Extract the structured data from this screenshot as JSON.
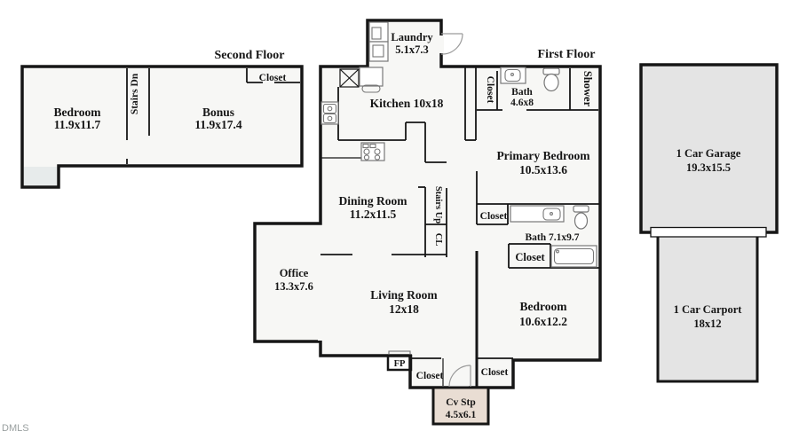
{
  "watermark": "DMLS",
  "colors": {
    "wall": "#161616",
    "floor": "#f7f7f5",
    "garage": "#e4e4e4",
    "stoop": "#e9ddd3",
    "porch": "#e7ebeb",
    "arc": "#9a9a9a",
    "fixture": "#777777",
    "watermark": "#9aa0a0"
  },
  "second_floor": {
    "title": "Second Floor",
    "bedroom_name": "Bedroom",
    "bedroom_dims": "11.9x11.7",
    "stairs_label": "Stairs Dn",
    "bonus_name": "Bonus",
    "bonus_dims": "11.9x17.4",
    "closet_label": "Closet"
  },
  "first_floor": {
    "title": "First Floor",
    "laundry_name": "Laundry",
    "laundry_dims": "5.1x7.3",
    "kitchen_label": "Kitchen 10x18",
    "closet_top_label": "Closet",
    "bath_top_name": "Bath",
    "bath_top_dims": "4.6x8",
    "shower_label": "Shower",
    "primary_name": "Primary Bedroom",
    "primary_dims": "10.5x13.6",
    "dining_name": "Dining Room",
    "dining_dims": "11.2x11.5",
    "stairs_label": "Stairs Up",
    "cl_label": "CL",
    "closet_mid_label": "Closet",
    "bath_mid_label": "Bath 7.1x9.7",
    "closet_lower_label": "Closet",
    "office_name": "Office",
    "office_dims": "13.3x7.6",
    "living_name": "Living Room",
    "living_dims": "12x18",
    "bedroom_name": "Bedroom",
    "bedroom_dims": "10.6x12.2",
    "fireplace_label": "FP",
    "entry_closet_left_label": "Closet",
    "entry_closet_right_label": "Closet",
    "stoop_name": "Cv Stp",
    "stoop_dims": "4.5x6.1"
  },
  "outbuildings": {
    "garage_name": "1 Car Garage",
    "garage_dims": "19.3x15.5",
    "carport_name": "1 Car Carport",
    "carport_dims": "18x12"
  }
}
